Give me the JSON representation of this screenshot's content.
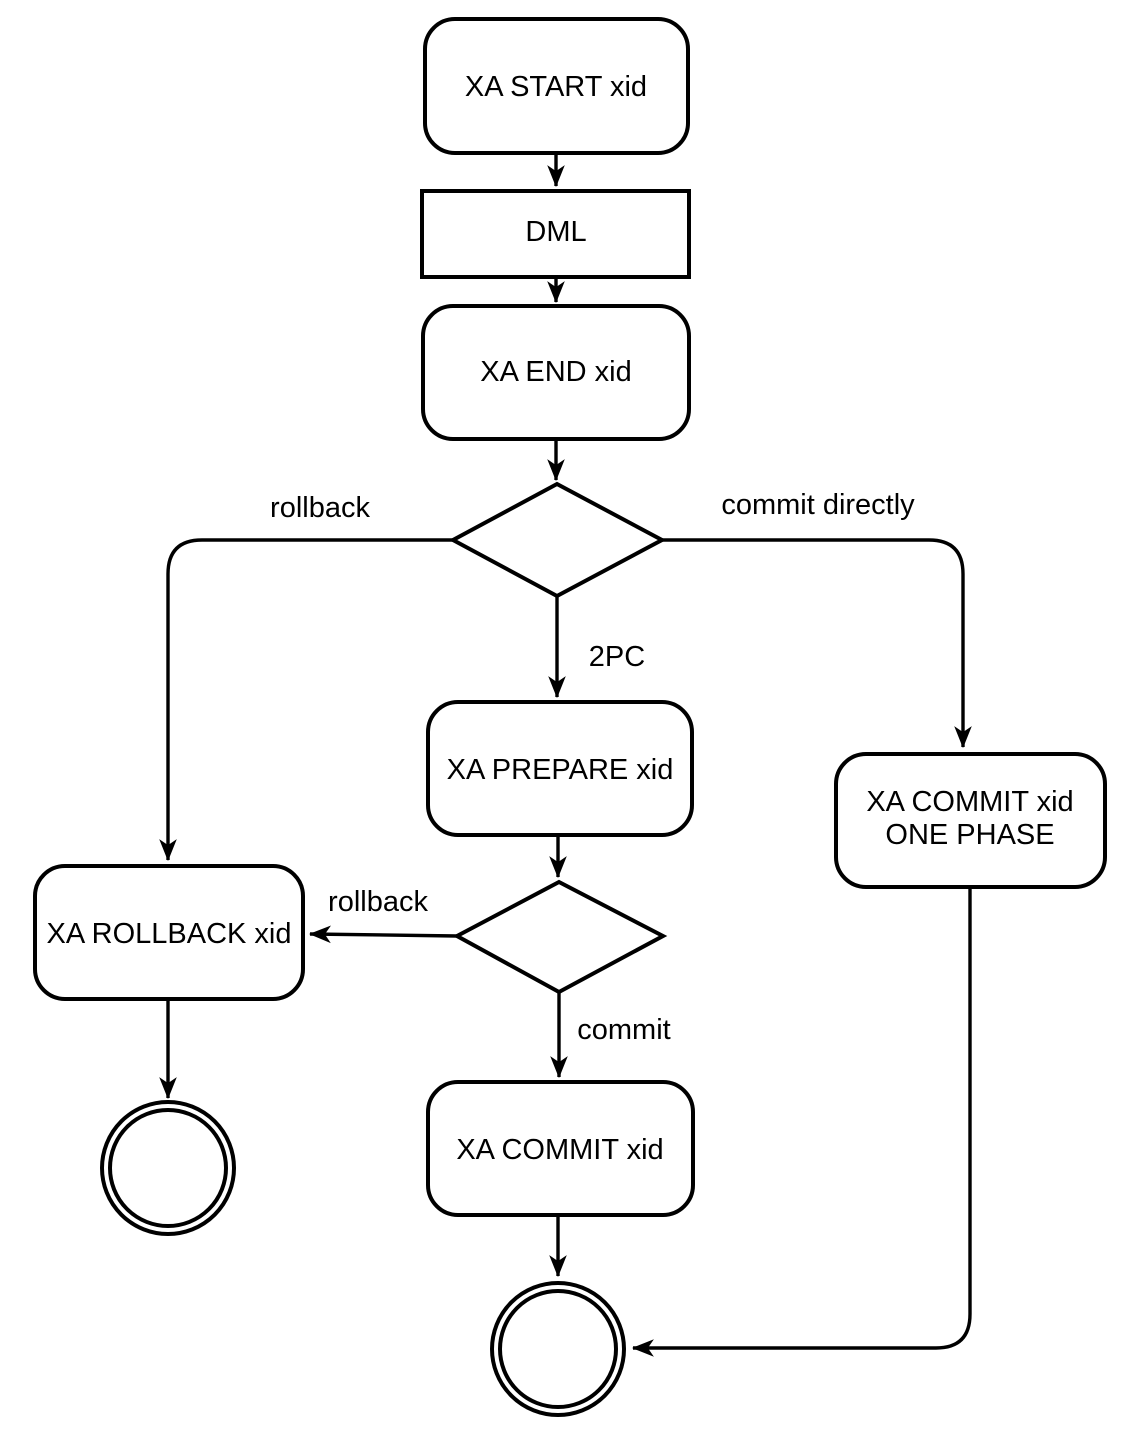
{
  "diagram": {
    "type": "flowchart",
    "subject": "XA transaction command flow",
    "colors": {
      "background": "#ffffff",
      "line": "#000000",
      "shape_fill": "#ffffff",
      "text": "#000000"
    },
    "nodes": {
      "xa_start": {
        "shape": "rounded-rect",
        "label": "XA START xid"
      },
      "dml": {
        "shape": "rect",
        "label": "DML"
      },
      "xa_end": {
        "shape": "rounded-rect",
        "label": "XA END xid"
      },
      "decision_after_end": {
        "shape": "diamond",
        "label": ""
      },
      "xa_prepare": {
        "shape": "rounded-rect",
        "label": "XA PREPARE xid"
      },
      "decision_after_prepare": {
        "shape": "diamond",
        "label": ""
      },
      "xa_rollback": {
        "shape": "rounded-rect",
        "label": "XA ROLLBACK xid"
      },
      "xa_commit": {
        "shape": "rounded-rect",
        "label": "XA COMMIT xid"
      },
      "xa_commit_one_phase": {
        "shape": "rounded-rect",
        "label_line1": "XA COMMIT xid",
        "label_line2": "ONE PHASE"
      },
      "end_state_rollback": {
        "shape": "double-circle",
        "label": ""
      },
      "end_state_commit": {
        "shape": "double-circle",
        "label": ""
      }
    },
    "edge_labels": {
      "rollback_from_end": "rollback",
      "commit_directly": "commit directly",
      "two_phase_commit": "2PC",
      "rollback_from_prepare": "rollback",
      "commit": "commit"
    }
  }
}
